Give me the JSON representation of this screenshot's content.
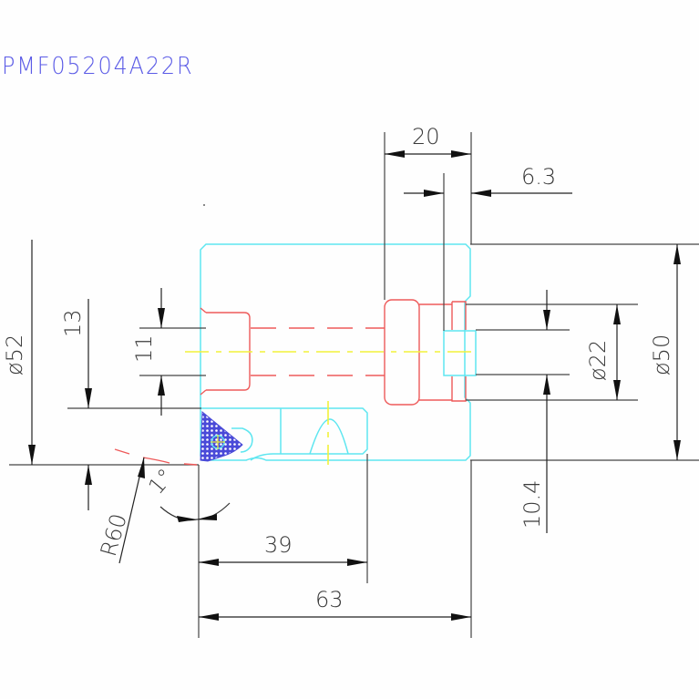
{
  "title": "PMF05204A22R",
  "colors": {
    "title": "#5a5ae6",
    "body_outline": "#5ee6f0",
    "hidden_red": "#ee5a5a",
    "centerline": "#f2f23a",
    "insert_hatch": "#4a4ad8",
    "dimension": "#222222"
  },
  "dimensions": {
    "width_20": "20",
    "offset_6_3": "6.3",
    "dia_52": "ø52",
    "height_13": "13",
    "height_11": "11",
    "dia_22": "ø22",
    "dia_50": "ø50",
    "offset_10_4": "10.4",
    "radius_60": "R60",
    "angle_1": "1°",
    "length_39": "39",
    "length_63": "63"
  }
}
